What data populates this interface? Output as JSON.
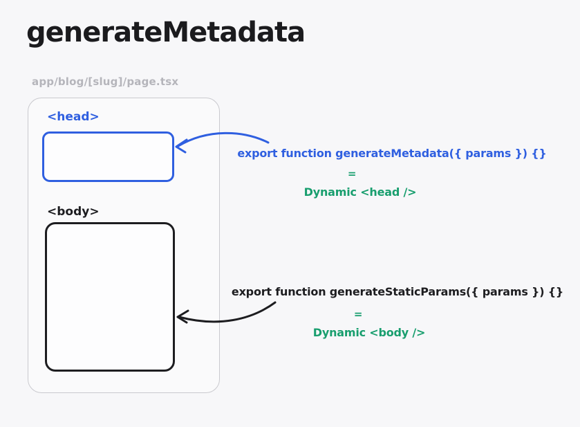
{
  "title": "generateMetadata",
  "file_label": "app/blog/[slug]/page.tsx",
  "diagram": {
    "head_label": "<head>",
    "body_label": "<body>"
  },
  "annotations": {
    "metadata": {
      "code": "export function generateMetadata({ params }) {}",
      "equals": "=",
      "result": "Dynamic <head />"
    },
    "static_params": {
      "code": "export function generateStaticParams({ params }) {}",
      "equals": "=",
      "result": "Dynamic <body />"
    }
  },
  "colors": {
    "background": "#f7f7f9",
    "ink": "#1d1d20",
    "blue": "#2f5fe0",
    "green": "#189e6e",
    "muted_gray": "#b5b5bb",
    "container_border": "#c9c9ce"
  }
}
